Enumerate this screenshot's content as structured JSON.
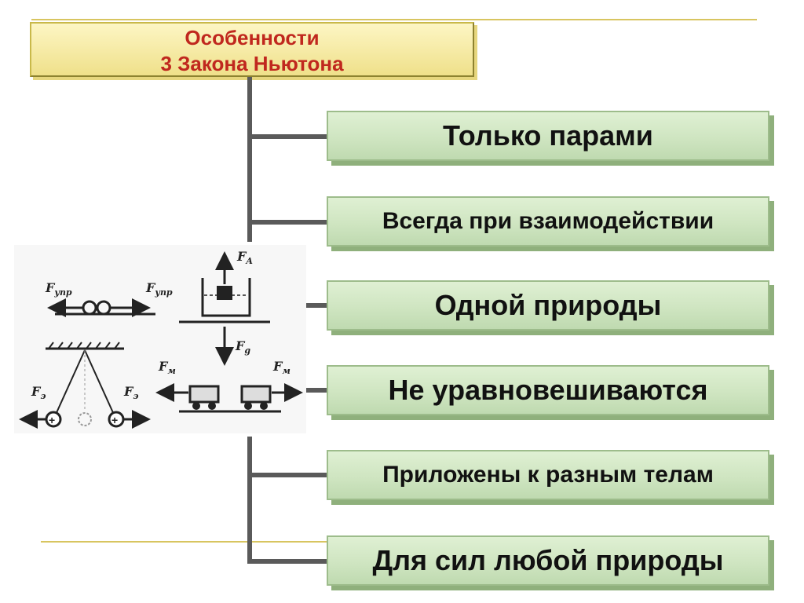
{
  "title": {
    "line1": "Особенности",
    "line2": "3 Закона Ньютона"
  },
  "features": [
    "Только парами",
    "Всегда при взаимодействии",
    "Одной природы",
    "Не уравновешиваются",
    "Приложены к разным телам",
    "Для сил любой природы"
  ],
  "illustration": {
    "labels": {
      "f_upr_left": "F",
      "f_upr_left_sub": "упр",
      "f_upr_right": "F",
      "f_upr_right_sub": "упр",
      "f_a": "F",
      "f_a_sub": "A",
      "f_g": "F",
      "f_g_sub": "g",
      "f_e_left": "F",
      "f_e_left_sub": "э",
      "f_e_right": "F",
      "f_e_right_sub": "э",
      "f_m_left": "F",
      "f_m_left_sub": "м",
      "f_m_right": "F",
      "f_m_right_sub": "м"
    }
  },
  "colors": {
    "title_text": "#c0281e",
    "title_bg": "#f3e7a0",
    "box_bg": "#d3e8c6",
    "box_shadow": "#8fb07c",
    "connector": "#5a5a5a",
    "rule": "#d8c560"
  }
}
